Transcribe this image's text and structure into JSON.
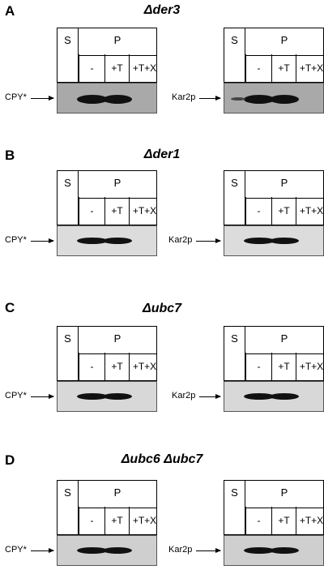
{
  "panels": [
    {
      "letter": "A",
      "strain": "Δder3",
      "blots": [
        {
          "marker": "CPY*",
          "s": "S",
          "p": "P",
          "lanes": [
            "-",
            "+T",
            "+T+X"
          ]
        },
        {
          "marker": "Kar2p",
          "s": "S",
          "p": "P",
          "lanes": [
            "-",
            "+T",
            "+T+X"
          ]
        }
      ]
    },
    {
      "letter": "B",
      "strain": "Δder1",
      "blots": [
        {
          "marker": "CPY*",
          "s": "S",
          "p": "P",
          "lanes": [
            "-",
            "+T",
            "+T+X"
          ]
        },
        {
          "marker": "Kar2p",
          "s": "S",
          "p": "P",
          "lanes": [
            "-",
            "+T",
            "+T+X"
          ]
        }
      ]
    },
    {
      "letter": "C",
      "strain": "Δubc7",
      "blots": [
        {
          "marker": "CPY*",
          "s": "S",
          "p": "P",
          "lanes": [
            "-",
            "+T",
            "+T+X"
          ]
        },
        {
          "marker": "Kar2p",
          "s": "S",
          "p": "P",
          "lanes": [
            "-",
            "+T",
            "+T+X"
          ]
        }
      ]
    },
    {
      "letter": "D",
      "strain": "Δubc6 Δubc7",
      "blots": [
        {
          "marker": "CPY*",
          "s": "S",
          "p": "P",
          "lanes": [
            "-",
            "+T",
            "+T+X"
          ]
        },
        {
          "marker": "Kar2p",
          "s": "S",
          "p": "P",
          "lanes": [
            "-",
            "+T",
            "+T+X"
          ]
        }
      ]
    }
  ]
}
